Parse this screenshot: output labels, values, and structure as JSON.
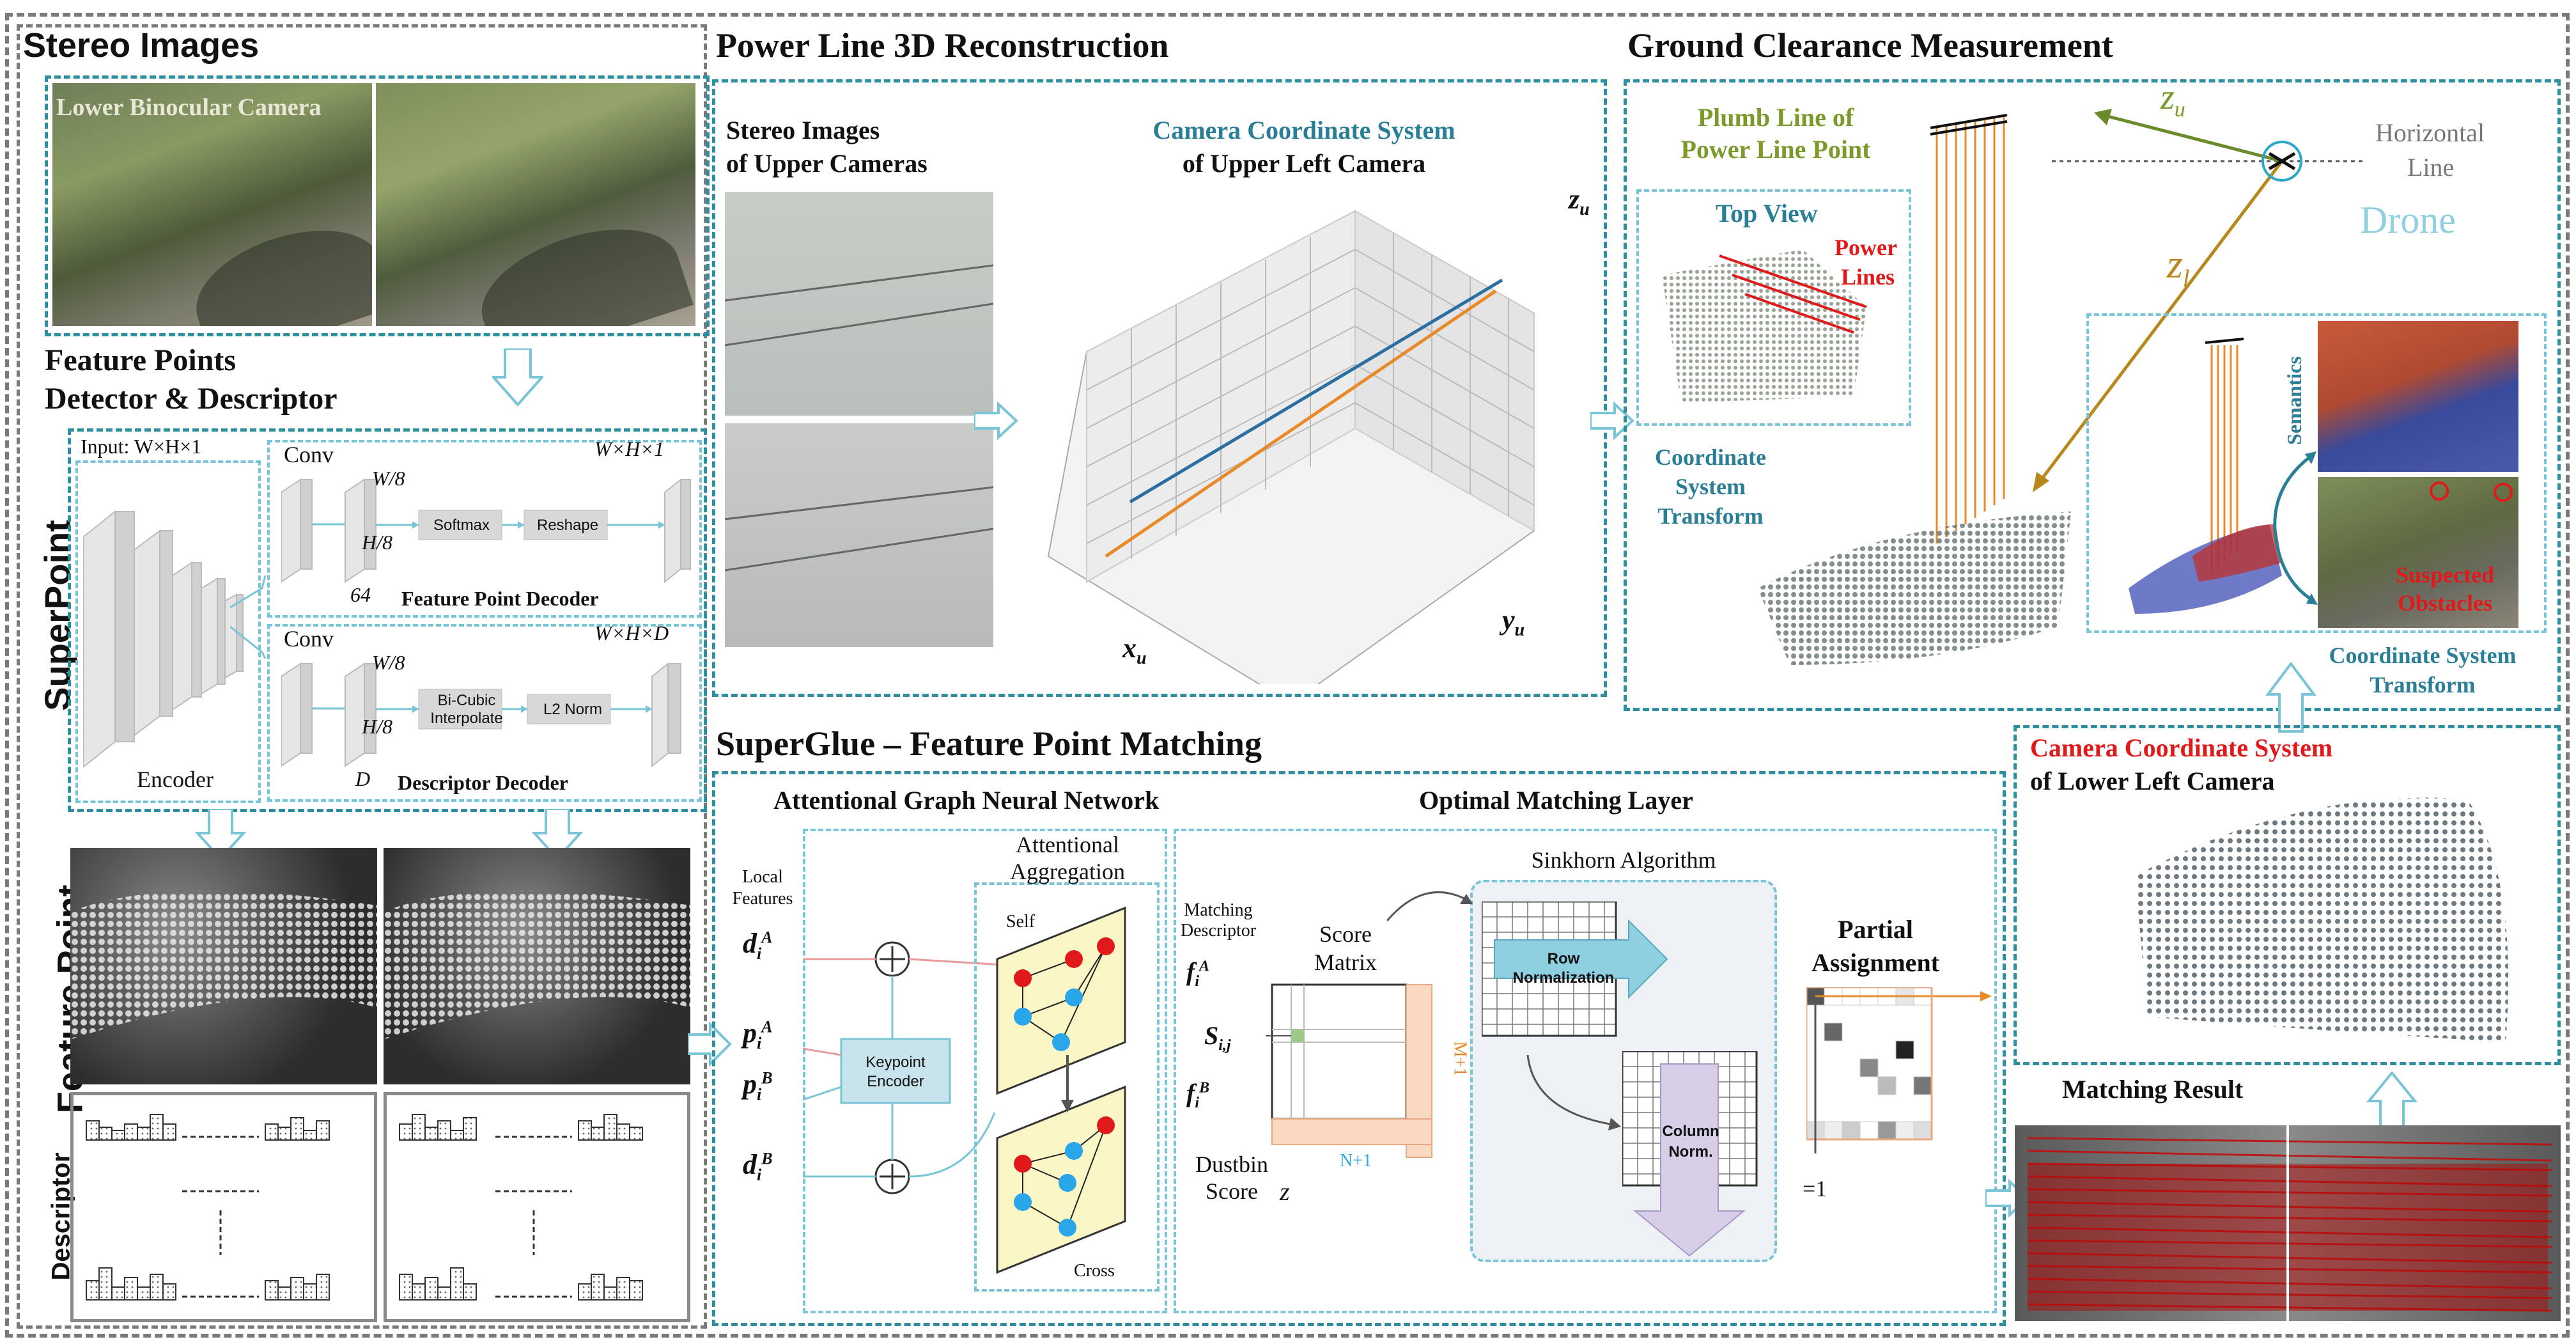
{
  "sections": {
    "stereo_images": "Stereo Images",
    "reconstruction": "Power Line 3D Reconstruction",
    "clearance": "Ground Clearance Measurement",
    "superglue": "SuperGlue – Feature Point Matching"
  },
  "stereo": {
    "camera_label": "Lower Binocular Camera"
  },
  "superpoint": {
    "header_line1": "Feature Points",
    "header_line2": "Detector & Descriptor",
    "side_label": "SuperPoint",
    "input_label": "Input: W×H×1",
    "encoder_label": "Encoder",
    "conv1": "Conv",
    "conv2": "Conv",
    "size1": "W×H×1",
    "size2": "W×H×D",
    "w8a": "W/8",
    "h8a": "H/8",
    "w8b": "W/8",
    "h8b": "H/8",
    "ch64": "64",
    "chD": "D",
    "softmax": "Softmax",
    "reshape": "Reshape",
    "bicubic": "Bi-Cubic Interpolate",
    "l2norm": "L2 Norm",
    "fp_decoder": "Feature Point Decoder",
    "desc_decoder": "Descriptor Decoder"
  },
  "feature": {
    "side_label": "Feature Point",
    "desc_label": "Descriptor"
  },
  "recon": {
    "stereo_line1": "Stereo Images",
    "stereo_line2": "of Upper Cameras",
    "ccs_line1": "Camera Coordinate System",
    "ccs_line2": "of Upper Left Camera",
    "axis_z": "z",
    "axis_x": "x",
    "axis_y": "y",
    "axis_sub": "u"
  },
  "clearance": {
    "plumb_line1": "Plumb Line of",
    "plumb_line2": "Power Line Point",
    "top_view": "Top View",
    "power_lines1": "Power",
    "power_lines2": "Lines",
    "cst1_line1": "Coordinate",
    "cst1_line2": "System",
    "cst1_line3": "Transform",
    "horizontal_line1": "Horizontal",
    "horizontal_line2": "Line",
    "drone": "Drone",
    "zu": "z",
    "zu_sub": "u",
    "zl": "z",
    "zl_sub": "l",
    "semantics": "Semantics",
    "suspected1": "Suspected",
    "suspected2": "Obstacles",
    "cst2_line1": "Coordinate System",
    "cst2_line2": "Transform"
  },
  "lower_ccs": {
    "line1": "Camera Coordinate System",
    "line2": "of Lower Left Camera"
  },
  "matching": {
    "title": "Matching Result"
  },
  "superglue": {
    "gnn_title": "Attentional Graph Neural Network",
    "oml_title": "Optimal Matching Layer",
    "local_features1": "Local",
    "local_features2": "Features",
    "attn_agg1": "Attentional",
    "attn_agg2": "Aggregation",
    "self": "Self",
    "cross": "Cross",
    "keypoint1": "Keypoint",
    "keypoint2": "Encoder",
    "matching_desc1": "Matching",
    "matching_desc2": "Descriptor",
    "score1": "Score",
    "score2": "Matrix",
    "dustbin1": "Dustbin",
    "dustbin2": "Score",
    "z": "z",
    "m1": "M+1",
    "n1": "N+1",
    "sinkhorn": "Sinkhorn Algorithm",
    "rownorm1": "Row",
    "rownorm2": "Normalization",
    "colnorm1": "Column",
    "colnorm2": "Norm.",
    "partial1": "Partial",
    "partial2": "Assignment",
    "eq1": "=1",
    "d": "d",
    "p": "p",
    "f": "f",
    "s": "S",
    "sub_i": "i",
    "sub_ij": "i,j",
    "sup_A": "A",
    "sup_B": "B"
  }
}
